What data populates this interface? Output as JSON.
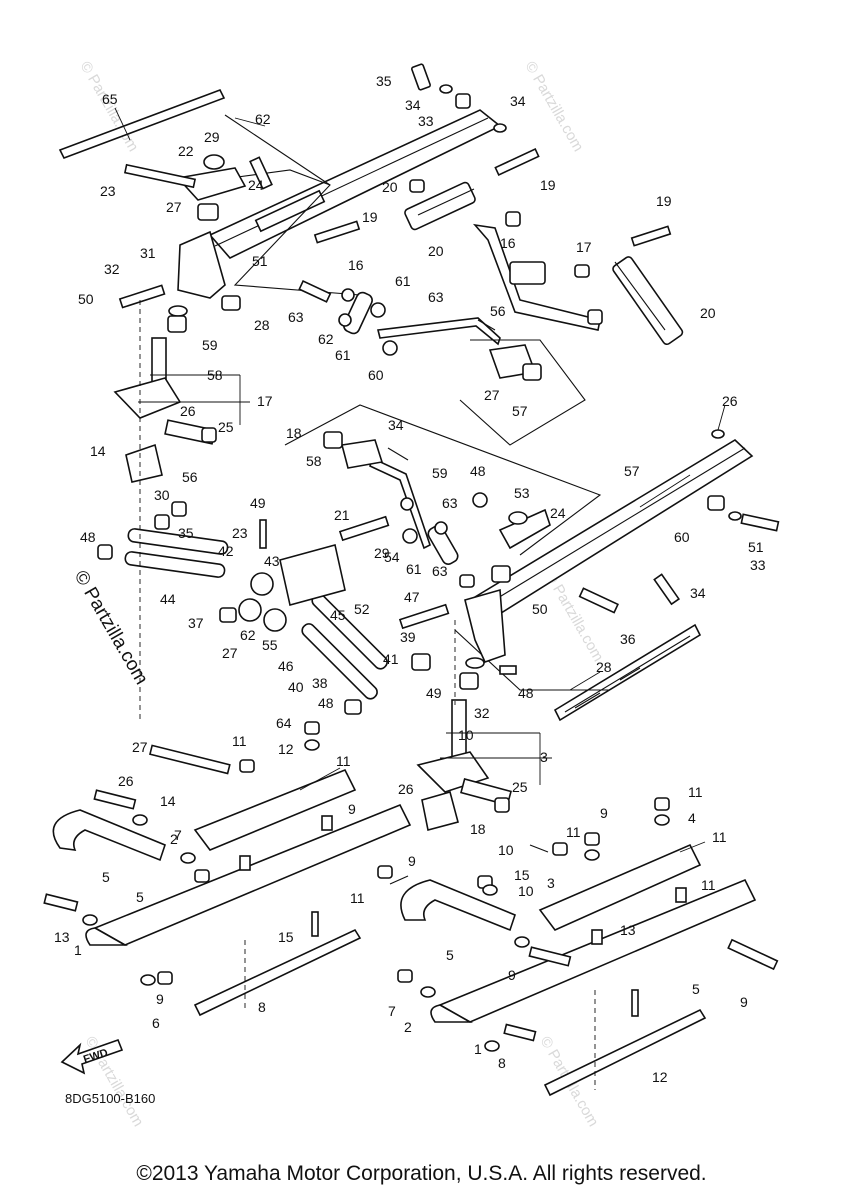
{
  "diagram": {
    "diagram_code": "8DG5100-B160",
    "fwd_label": "FWD",
    "copyright": "©2013 Yamaha Motor Corporation, U.S.A. All rights reserved.",
    "watermark_main": "© Partzilla.com",
    "watermark_faint": "© Partzilla.com",
    "callouts": [
      "65",
      "35",
      "34",
      "34",
      "33",
      "62",
      "29",
      "22",
      "23",
      "24",
      "20",
      "19",
      "19",
      "27",
      "19",
      "31",
      "51",
      "32",
      "50",
      "28",
      "20",
      "16",
      "17",
      "20",
      "16",
      "61",
      "63",
      "62",
      "61",
      "60",
      "63",
      "56",
      "59",
      "27",
      "57",
      "58",
      "17",
      "26",
      "25",
      "14",
      "26",
      "18",
      "34",
      "58",
      "59",
      "57",
      "56",
      "30",
      "48",
      "49",
      "48",
      "53",
      "24",
      "29",
      "21",
      "63",
      "54",
      "61",
      "63",
      "60",
      "51",
      "33",
      "34",
      "35",
      "23",
      "42",
      "43",
      "44",
      "37",
      "45",
      "47",
      "52",
      "50",
      "36",
      "27",
      "62",
      "55",
      "46",
      "40",
      "38",
      "41",
      "39",
      "48",
      "49",
      "48",
      "28",
      "32",
      "64",
      "27",
      "11",
      "12",
      "11",
      "10",
      "3",
      "26",
      "25",
      "18",
      "26",
      "14",
      "7",
      "9",
      "5",
      "9",
      "11",
      "5",
      "2",
      "13",
      "15",
      "1",
      "9",
      "6",
      "8",
      "9",
      "11",
      "4",
      "11",
      "10",
      "11",
      "3",
      "15",
      "10",
      "13",
      "11",
      "9",
      "5",
      "5",
      "9",
      "7",
      "2",
      "1",
      "8",
      "12",
      "11",
      "9",
      "9",
      "6",
      "4"
    ]
  }
}
